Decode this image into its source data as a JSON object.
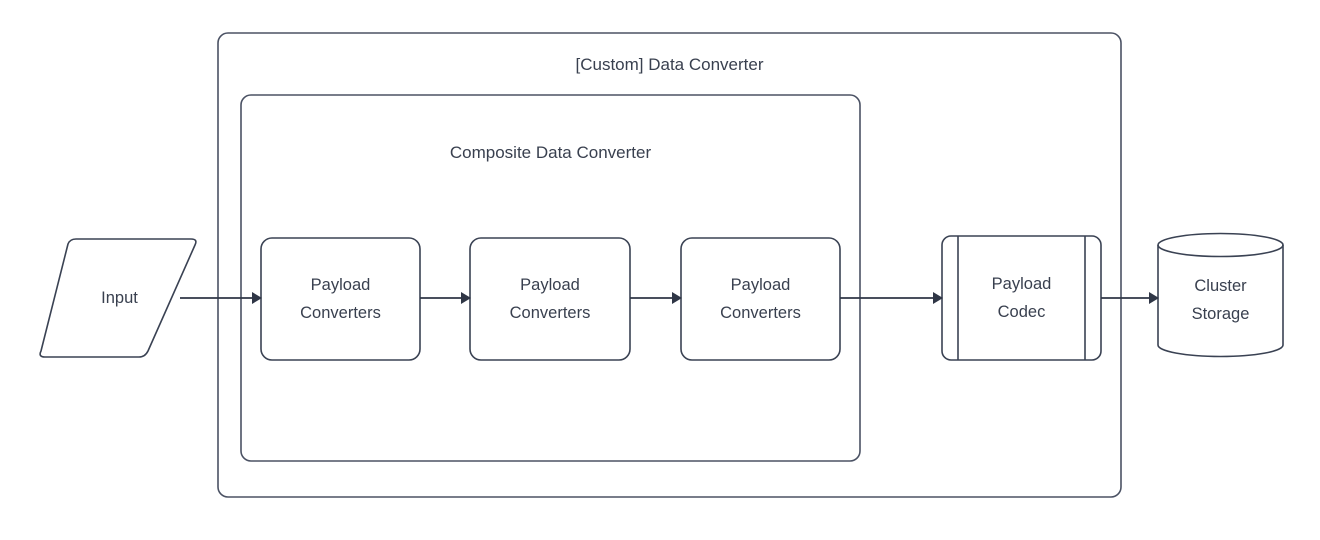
{
  "diagram": {
    "type": "flow-diagram",
    "title": "[Custom] Data Converter",
    "background_color": "#ffffff",
    "stroke_color": "#3a4253",
    "text_color": "#39404f",
    "containers": [
      {
        "id": "custom-data-converter",
        "label": "[Custom] Data Converter",
        "shape": "rounded-rectangle"
      },
      {
        "id": "composite-data-converter",
        "label": "Composite Data Converter",
        "shape": "rounded-rectangle"
      }
    ],
    "nodes": [
      {
        "id": "input",
        "label": "Input",
        "shape": "parallelogram"
      },
      {
        "id": "payload-converters-1",
        "label": "Payload\nConverters",
        "shape": "rounded-rectangle"
      },
      {
        "id": "payload-converters-2",
        "label": "Payload\nConverters",
        "shape": "rounded-rectangle"
      },
      {
        "id": "payload-converters-3",
        "label": "Payload\nConverters",
        "shape": "rounded-rectangle"
      },
      {
        "id": "payload-codec",
        "label": "Payload\nCodec",
        "shape": "predefined-process"
      },
      {
        "id": "cluster-storage",
        "label": "Cluster\nStorage",
        "shape": "cylinder"
      }
    ],
    "edges": [
      {
        "from": "input",
        "to": "payload-converters-1",
        "arrow": "filled-triangle"
      },
      {
        "from": "payload-converters-1",
        "to": "payload-converters-2",
        "arrow": "filled-triangle"
      },
      {
        "from": "payload-converters-2",
        "to": "payload-converters-3",
        "arrow": "filled-triangle"
      },
      {
        "from": "payload-converters-3",
        "to": "payload-codec",
        "arrow": "filled-triangle"
      },
      {
        "from": "payload-codec",
        "to": "cluster-storage",
        "arrow": "filled-triangle"
      }
    ]
  }
}
